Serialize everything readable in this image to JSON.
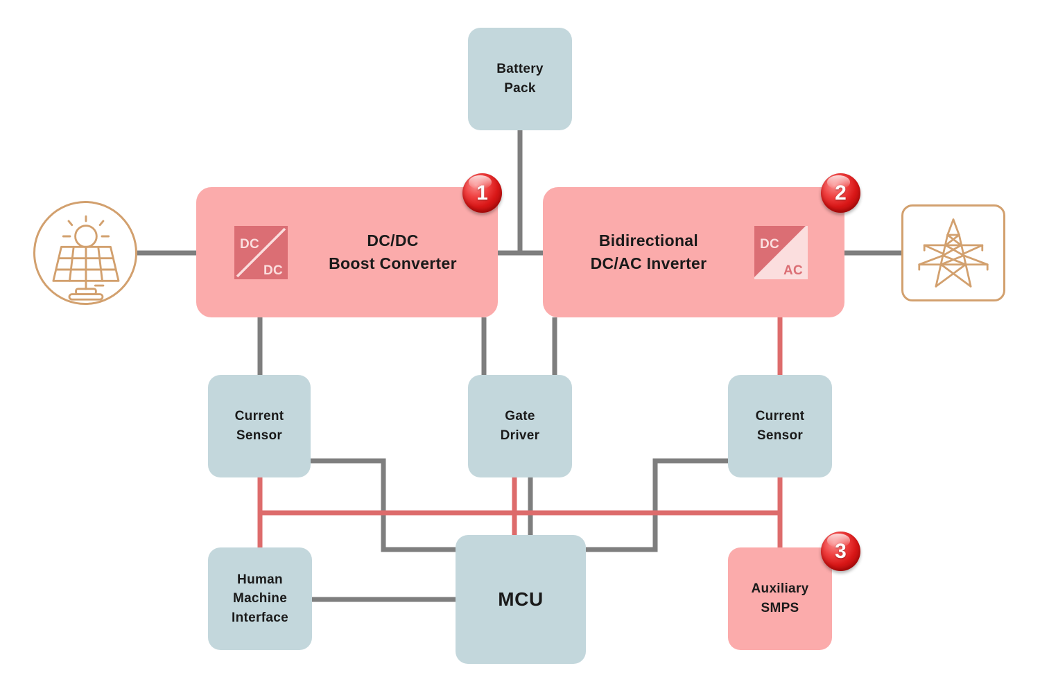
{
  "diagram": {
    "colors": {
      "box_blue": "#c3d7dc",
      "box_pink": "#fbabab",
      "icon_red": "#db6e74",
      "icon_red_light": "#fbdede",
      "line_gray": "#7e7e7e",
      "line_red": "#dd6b6b",
      "tan": "#d2a06e",
      "sun_yellow": "#f8e87f",
      "text": "#1a1a1a"
    },
    "nodes": {
      "battery_pack": {
        "label": "Battery\nPack"
      },
      "boost_converter": {
        "label": "DC/DC\nBoost Converter",
        "badge": "1",
        "icon": {
          "top": "DC",
          "bottom": "DC"
        }
      },
      "inverter": {
        "label": "Bidirectional\nDC/AC Inverter",
        "badge": "2",
        "icon": {
          "top": "DC",
          "bottom": "AC"
        }
      },
      "current_sensor_left": {
        "label": "Current\nSensor"
      },
      "gate_driver": {
        "label": "Gate\nDriver"
      },
      "current_sensor_right": {
        "label": "Current\nSensor"
      },
      "hmi": {
        "label": "Human\nMachine\nInterface"
      },
      "mcu": {
        "label": "MCU"
      },
      "aux_smps": {
        "label": "Auxiliary\nSMPS",
        "badge": "3"
      }
    }
  }
}
